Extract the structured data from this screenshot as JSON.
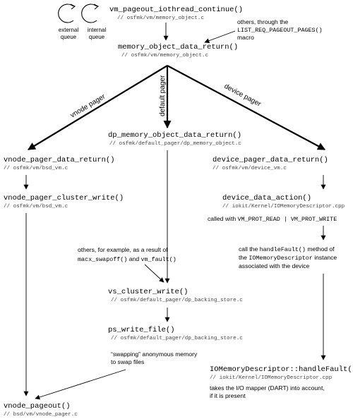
{
  "queues": {
    "external": [
      "external",
      "queue"
    ],
    "internal": [
      "internal",
      "queue"
    ]
  },
  "nodes": {
    "iothread": {
      "name": "vm_pageout_iothread_continue()",
      "path": "// osfmk/vm/memory_object.c"
    },
    "mo_return": {
      "name": "memory_object_data_return()",
      "path": "// osfmk/vm/memory_object.c"
    },
    "dp_return": {
      "name": "dp_memory_object_data_return()",
      "path": "// osfmk/default_pager/dp_memory_object.c"
    },
    "vnode_return": {
      "name": "vnode_pager_data_return()",
      "path": "// osfmk/vm/bsd_vm.c"
    },
    "device_return": {
      "name": "device_pager_data_return()",
      "path": "// osfmk/vm/device_vm.c"
    },
    "vnode_cluster": {
      "name": "vnode_pager_cluster_write()",
      "path": "// osfmk/vm/bsd_vm.c"
    },
    "device_action": {
      "name": "device_data_action()",
      "path": "// iokit/Kernel/IOMemoryDescriptor.cpp"
    },
    "vs_cluster": {
      "name": "vs_cluster_write()",
      "path": "// osfmk/default_pager/dp_backing_store.c"
    },
    "ps_write": {
      "name": "ps_write_file()",
      "path": "// osfmk/default_pager/dp_backing_store.c"
    },
    "io_fault": {
      "name": "IOMemoryDescriptor::handleFault()",
      "path": "// iokit/Kernel/IOMemoryDescriptor.cpp"
    },
    "vnode_pageout": {
      "name": "vnode_pageout()",
      "path": "// bsd/vm/vnode_pager.c"
    }
  },
  "notes": {
    "others_list": {
      "line1": "others, through the",
      "macro": "LIST_REQ_PAGEOUT_PAGES()",
      "line3": "macro"
    },
    "called_with": {
      "prefix": "called with ",
      "flags": "VM_PROT_READ | VM_PROT_WRITE"
    },
    "handle_fault": {
      "l1_pre": "call the ",
      "l1_code": "handleFault()",
      "l1_post": " method of",
      "l2_pre": "the ",
      "l2_code": "IOMemoryDescriptor",
      "l2_post": " instance",
      "l3": "associated with the device"
    },
    "others_example": {
      "l1": "others, for example, as a result of",
      "c1": "macx_swapoff()",
      "and": " and ",
      "c2": "vm_fault()"
    },
    "swapping": {
      "l1": "“swapping” anonymous memory",
      "l2": "to swap files"
    },
    "dart": {
      "l1": "takes the I/O mapper (DART) into account,",
      "l2": "if it is present"
    }
  },
  "pagers": {
    "vnode": "vnode pager",
    "default": "default pager",
    "device": "device pager"
  }
}
